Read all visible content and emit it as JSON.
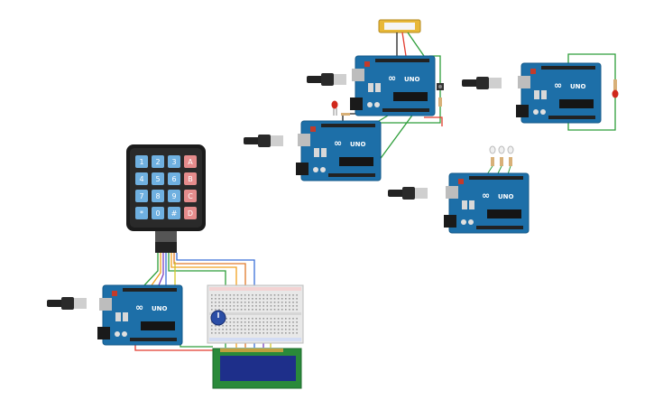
{
  "workspace": {
    "background": "#ffffff",
    "wire_colors": [
      "#2e9e3a",
      "#e23b2e",
      "#f0a020",
      "#3a6fd8",
      "#7a3fbf",
      "#1f1f1f",
      "#d4c62a",
      "#e07a2a"
    ]
  },
  "keypad": {
    "keys": [
      "1",
      "2",
      "3",
      "A",
      "4",
      "5",
      "6",
      "B",
      "7",
      "8",
      "9",
      "C",
      "*",
      "0",
      "#",
      "D"
    ],
    "digit_key_color": "#6fb0e0",
    "letter_key_color": "#e58c8c"
  },
  "board": {
    "model_label": "UNO",
    "body_color": "#1d6fa8",
    "logo_symbol": "∞"
  },
  "boards": [
    {
      "id": "board-keypad"
    },
    {
      "id": "board-top-center"
    },
    {
      "id": "board-middle-left"
    },
    {
      "id": "board-top-right"
    },
    {
      "id": "board-right-leds"
    }
  ],
  "lcd": {
    "screen_color": "#1e2f8a",
    "board_color": "#2a8a3a"
  },
  "potentiometer": {
    "color": "#2b4ea6"
  },
  "sensor": {
    "color": "#e8b838"
  },
  "led_colors": {
    "red": "#d0281c"
  }
}
